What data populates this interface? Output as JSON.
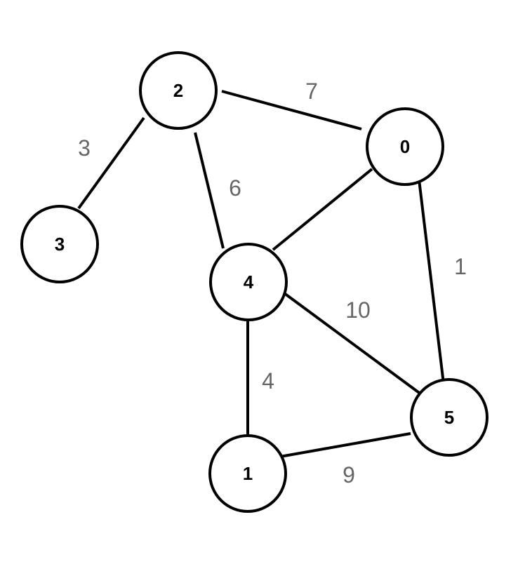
{
  "graph": {
    "nodes": [
      {
        "id": "0",
        "label": "0"
      },
      {
        "id": "1",
        "label": "1"
      },
      {
        "id": "2",
        "label": "2"
      },
      {
        "id": "3",
        "label": "3"
      },
      {
        "id": "4",
        "label": "4"
      },
      {
        "id": "5",
        "label": "5"
      }
    ],
    "edges": [
      {
        "source": "2",
        "target": "0",
        "weight": "7"
      },
      {
        "source": "2",
        "target": "3",
        "weight": "3"
      },
      {
        "source": "2",
        "target": "4",
        "weight": "6"
      },
      {
        "source": "0",
        "target": "4",
        "weight": ""
      },
      {
        "source": "0",
        "target": "5",
        "weight": "1"
      },
      {
        "source": "4",
        "target": "5",
        "weight": "10"
      },
      {
        "source": "4",
        "target": "1",
        "weight": "4"
      },
      {
        "source": "1",
        "target": "5",
        "weight": "9"
      }
    ]
  },
  "colors": {
    "stroke": "#000000",
    "node_fill": "#ffffff",
    "weight_text": "#666666"
  }
}
